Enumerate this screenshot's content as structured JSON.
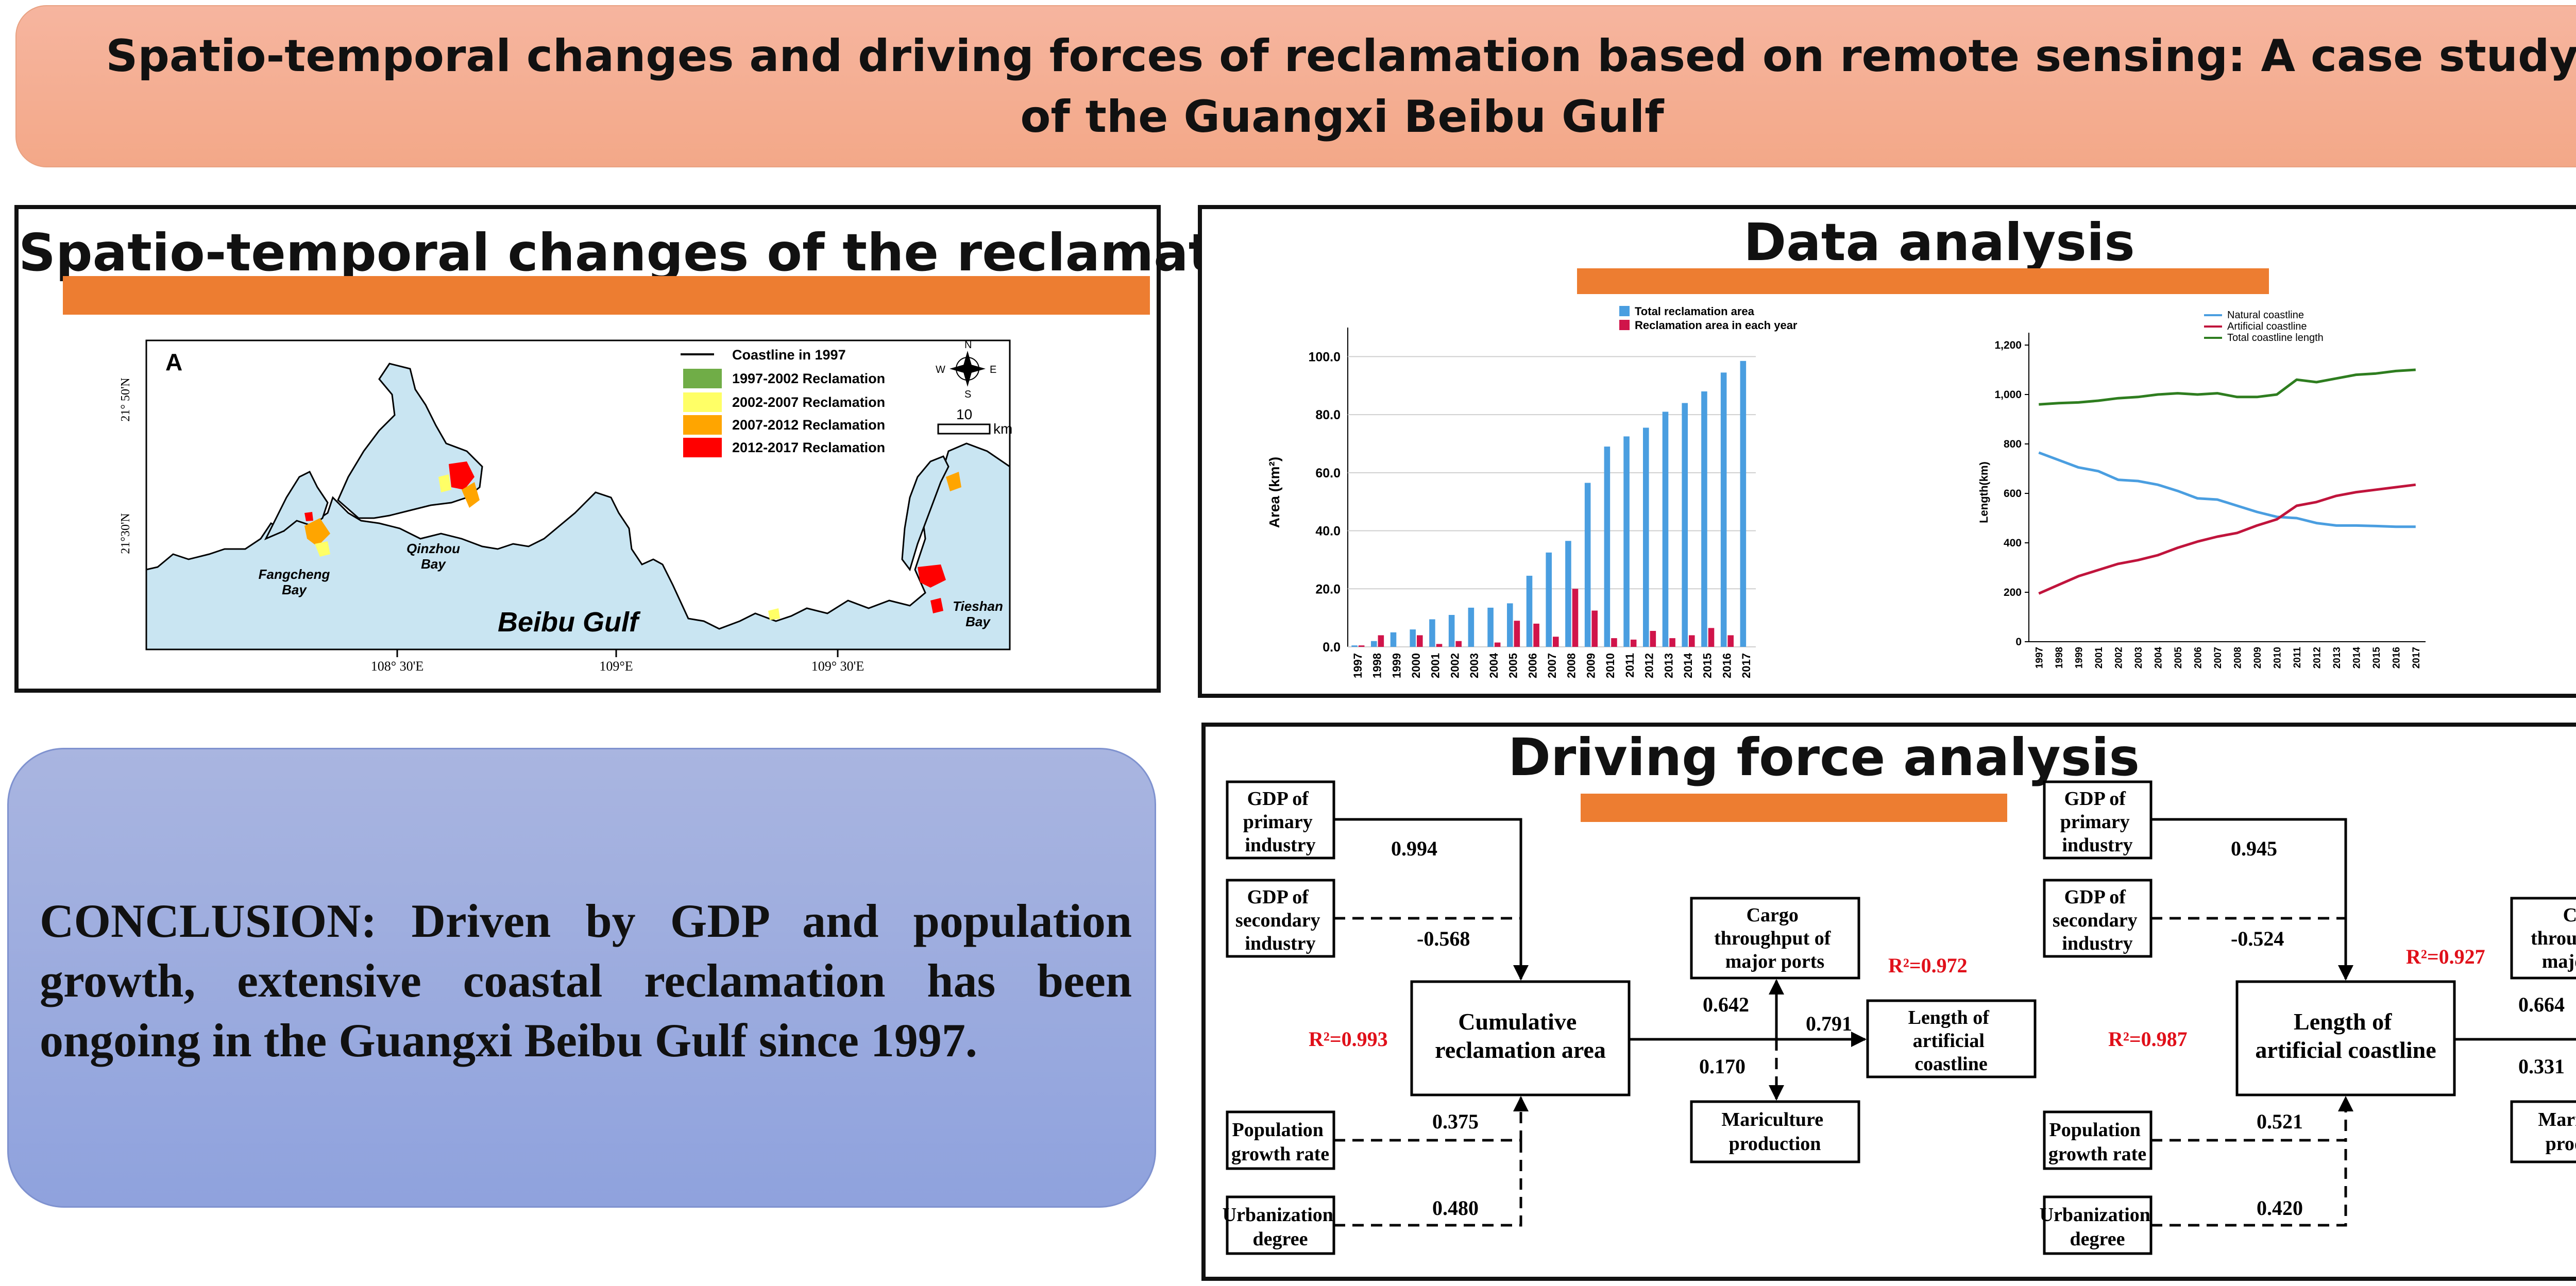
{
  "title": "Spatio-temporal changes and driving forces of reclamation based on remote sensing: A case study of the Guangxi Beibu Gulf",
  "map_panel": {
    "heading": "Spatio-temporal changes of the reclamation",
    "panel_letter": "A",
    "legend": [
      {
        "label": "Coastline in 1997",
        "color": "#000000"
      },
      {
        "label": "1997-2002 Reclamation",
        "color": "#70ad47"
      },
      {
        "label": "2002-2007 Reclamation",
        "color": "#ffff66"
      },
      {
        "label": "2007-2012 Reclamation",
        "color": "#ffa500"
      },
      {
        "label": "2012-2017 Reclamation",
        "color": "#ff0000"
      }
    ],
    "scale_value": "10",
    "scale_unit": "km",
    "compass": {
      "n": "N",
      "s": "S",
      "e": "E",
      "w": "W"
    },
    "lat_labels": [
      "21° 50'N",
      "21°30'N"
    ],
    "lon_labels": [
      "108° 30'E",
      "109°E",
      "109° 30'E"
    ],
    "places": {
      "fangcheng": [
        "Fangcheng",
        "Bay"
      ],
      "qinzhou": [
        "Qinzhou",
        "Bay"
      ],
      "beibu": "Beibu Gulf",
      "tieshan": [
        "Tieshan",
        "Bay"
      ]
    },
    "colors": {
      "sea": "#c9e5f2",
      "land": "#ffffff"
    }
  },
  "data_panel": {
    "heading": "Data analysis"
  },
  "chart_data": [
    {
      "type": "bar",
      "categories": [
        "1997",
        "1998",
        "1999",
        "2000",
        "2001",
        "2002",
        "2003",
        "2004",
        "2005",
        "2006",
        "2007",
        "2008",
        "2009",
        "2010",
        "2011",
        "2012",
        "2013",
        "2014",
        "2015",
        "2016",
        "2017"
      ],
      "series": [
        {
          "name": "Total reclamation area",
          "color": "#4a9ee0",
          "values": [
            0.5,
            2,
            5,
            6,
            9.5,
            11,
            13.5,
            13.5,
            15,
            24.5,
            32.5,
            36.5,
            56.5,
            69,
            72.5,
            75.5,
            81,
            84,
            88,
            94.5,
            98.5
          ]
        },
        {
          "name": "Reclamation area in each year",
          "color": "#d0144a",
          "values": [
            0.5,
            4,
            0,
            4,
            1,
            2,
            0,
            1.5,
            9,
            8,
            3.5,
            20,
            12.5,
            3,
            2.5,
            5.5,
            3,
            4,
            6.5,
            4,
            0
          ]
        }
      ],
      "ylabel": "Area (km²)",
      "ylim": [
        0,
        110
      ],
      "yticks": [
        "0.0",
        "20.0",
        "40.0",
        "60.0",
        "80.0",
        "100.0"
      ],
      "legend_position": "top",
      "grid": true
    },
    {
      "type": "line",
      "x": [
        "1997",
        "1998",
        "1999",
        "2001",
        "2002",
        "2003",
        "2004",
        "2005",
        "2006",
        "2007",
        "2008",
        "2009",
        "2010",
        "2011",
        "2012",
        "2013",
        "2014",
        "2015",
        "2016",
        "2017"
      ],
      "series": [
        {
          "name": "Natural coastline",
          "color": "#4a9ee0",
          "values": [
            765,
            735,
            705,
            690,
            655,
            650,
            635,
            610,
            580,
            575,
            550,
            525,
            505,
            500,
            480,
            470,
            470,
            468,
            465,
            465
          ]
        },
        {
          "name": "Artificial coastline",
          "color": "#c0143c",
          "values": [
            195,
            230,
            265,
            290,
            315,
            330,
            350,
            380,
            405,
            425,
            440,
            470,
            495,
            550,
            565,
            590,
            605,
            615,
            625,
            635
          ]
        },
        {
          "name": "Total coastline length",
          "color": "#2e7d1f",
          "values": [
            960,
            965,
            968,
            975,
            985,
            990,
            1000,
            1005,
            1000,
            1005,
            990,
            990,
            1000,
            1060,
            1050,
            1065,
            1080,
            1085,
            1095,
            1100
          ]
        }
      ],
      "ylabel": "Length(km)",
      "ylim": [
        0,
        1250
      ],
      "yticks": [
        "0",
        "200",
        "400",
        "600",
        "800",
        "1,000",
        "1,200"
      ],
      "legend_position": "top-center"
    }
  ],
  "driving_panel": {
    "heading": "Driving force analysis",
    "left": {
      "gdp_primary": [
        "GDP of",
        "primary",
        "industry"
      ],
      "gdp_secondary": [
        "GDP of",
        "secondary",
        "industry"
      ],
      "population": [
        "Population",
        "growth rate"
      ],
      "urbanization": [
        "Urbanization",
        "degree"
      ],
      "center": [
        "Cumulative",
        "reclamation area"
      ],
      "cargo": [
        "Cargo",
        "throughput of",
        "major ports"
      ],
      "length": [
        "Length of",
        "artificial",
        "coastline"
      ],
      "mariculture": [
        "Mariculture",
        "production"
      ],
      "coef_primary": "0.994",
      "coef_secondary": "-0.568",
      "coef_population": "0.375",
      "coef_urbanization": "0.480",
      "coef_cargo": "0.642",
      "coef_length": "0.791",
      "coef_mariculture": "0.170",
      "r2_main": "R²=0.993",
      "r2_cargo": "R²=0.972"
    },
    "right": {
      "gdp_primary": [
        "GDP of",
        "primary",
        "industry"
      ],
      "gdp_secondary": [
        "GDP of",
        "secondary",
        "industry"
      ],
      "population": [
        "Population",
        "growth rate"
      ],
      "urbanization": [
        "Urbanization",
        "degree"
      ],
      "center": [
        "Length of",
        "artificial coastline"
      ],
      "cargo": [
        "Cargo",
        "throughput of",
        "major ports"
      ],
      "mariculture": [
        "Mariculture",
        "production"
      ],
      "coef_primary": "0.945",
      "coef_secondary": "-0.524",
      "coef_population": "0.521",
      "coef_urbanization": "0.420",
      "coef_cargo": "0.664",
      "coef_mariculture": "0.331",
      "r2_main": "R²=0.987",
      "r2_cargo": "R²=0.927"
    },
    "r2_color": "#e0101a"
  },
  "conclusion": "CONCLUSION: Driven by GDP and population growth, extensive coastal reclamation has been ongoing in the Guangxi Beibu Gulf since 1997."
}
